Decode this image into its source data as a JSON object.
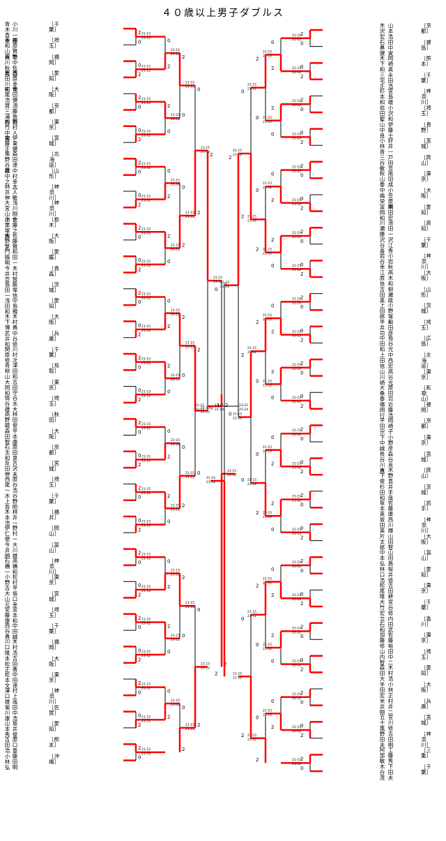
{
  "title": "４０歳以上男子ダブルス",
  "colors": {
    "win": "#ff0000",
    "line": "#000000"
  },
  "left_entries": [
    {
      "p1": "青木直幸",
      "p2": "小川一郎",
      "pref": "千葉"
    },
    {
      "p1": "大和山英",
      "p2": "福原賢生",
      "pref": "埼玉"
    },
    {
      "p1": "谷川秋男",
      "p2": "野中佐吉",
      "pref": "福岡"
    },
    {
      "p1": "石田川和",
      "p2": "西原幸司",
      "pref": "愛知"
    },
    {
      "p1": "中尾浩",
      "p2": "寺田健",
      "pref": "大阪"
    },
    {
      "p1": "賀三浦哲",
      "p2": "須藤敦也",
      "pref": "京都"
    },
    {
      "p1": "内竹中実",
      "p2": "野村人",
      "pref": "東京"
    },
    {
      "p1": "佐藤正",
      "p2": "伊東健",
      "pref": "宮城"
    },
    {
      "p1": "角野谷雄",
      "p2": "森田達",
      "pref": "北海道"
    },
    {
      "p1": "荻中之",
      "p2": "中村幸二",
      "pref": "山形"
    },
    {
      "p1": "林井伸",
      "p2": "大人敏",
      "pref": "神奈川"
    },
    {
      "p1": "大宮山次",
      "p2": "浅川剛士",
      "pref": "神奈川"
    },
    {
      "p1": "小栗塚勝",
      "p2": "佐藤之",
      "pref": "栃木"
    },
    {
      "p1": "大野繁",
      "p2": "佐藤賢",
      "pref": "大阪"
    },
    {
      "p1": "門脇明",
      "p2": "和田一",
      "pref": "愛媛"
    },
    {
      "p1": "今井宣",
      "p2": "木村智",
      "pref": "青森"
    },
    {
      "p1": "島田一",
      "p2": "飯塚信",
      "pref": "茨城"
    },
    {
      "p1": "浅田和",
      "p2": "中島親",
      "pref": "愛知"
    },
    {
      "p1": "木下博",
      "p2": "木村貴",
      "pref": "大阪"
    },
    {
      "p1": "武井和",
      "p2": "中谷修",
      "pref": "兵庫"
    },
    {
      "p1": "関原修",
      "p2": "川村次",
      "pref": "千葉"
    },
    {
      "p1": "青柳山",
      "p2": "津田和",
      "pref": "鳥取"
    },
    {
      "p1": "大岡和",
      "p2": "吉田守",
      "pref": "東京"
    },
    {
      "p1": "情谷雄",
      "p2": "谷水大",
      "pref": "埼玉"
    },
    {
      "p1": "高野龍",
      "p2": "林田俊",
      "pref": "秋田"
    },
    {
      "p1": "森田智",
      "p2": "平本康",
      "pref": "大阪"
    },
    {
      "p1": "石太和",
      "p2": "原田泉",
      "pref": "京都"
    },
    {
      "p1": "反田伸",
      "p2": "古沢夫",
      "pref": "宮城"
    },
    {
      "p1": "西尾一",
      "p2": "原谷浩",
      "pref": "埼玉"
    },
    {
      "p1": "水上吾",
      "p2": "谷野昭",
      "pref": "千葉"
    },
    {
      "p1": "木本浩",
      "p2": "林井一",
      "pref": "福井"
    },
    {
      "p1": "伊仁徳",
      "p2": "野村一",
      "pref": "岡山"
    },
    {
      "p1": "今井朗",
      "p2": "大川雄",
      "pref": "富山"
    },
    {
      "p1": "石橋一",
      "p2": "高橋和",
      "pref": "神奈川"
    },
    {
      "p1": "小野吉",
      "p2": "松村平",
      "pref": "東京"
    },
    {
      "p1": "大山元",
      "p2": "坂口幸",
      "pref": "宮城"
    },
    {
      "p1": "安藤康",
      "p2": "宮本和",
      "pref": "埼玉"
    },
    {
      "p1": "西谷貴",
      "p2": "中田誠",
      "pref": "千葉"
    },
    {
      "p1": "川口隆",
      "p2": "木村浩",
      "pref": "福岡"
    },
    {
      "p1": "本松正",
      "p2": "吉田勇",
      "pref": "大阪"
    },
    {
      "p1": "松本文",
      "p2": "中田達",
      "pref": "東京"
    },
    {
      "p1": "澤口雄",
      "p2": "村上哉",
      "pref": "神奈川"
    },
    {
      "p1": "菊川康",
      "p2": "田中浩",
      "pref": "佐賀"
    },
    {
      "p1": "山本秀",
      "p2": "坂井俊",
      "pref": "愛知"
    },
    {
      "p1": "吉田浩",
      "p2": "原口豊",
      "pref": "熊本"
    },
    {
      "p1": "小林弘",
      "p2": "藤田明",
      "pref": "沖縄"
    }
  ],
  "right_entries": [
    {
      "p1": "木沢宏",
      "p2": "山本浩",
      "pref": "京都"
    },
    {
      "p1": "石黒健",
      "p2": "田中実",
      "pref": "福島"
    },
    {
      "p1": "木下和",
      "p2": "岡崎英",
      "pref": "熊本"
    },
    {
      "p1": "三宅正",
      "p2": "永田浩",
      "pref": "千葉"
    },
    {
      "p1": "杉本和",
      "p2": "宮島雄",
      "pref": "神奈川"
    },
    {
      "p1": "岩田聖",
      "p2": "小沢和",
      "pref": "埼玉"
    },
    {
      "p1": "山中良",
      "p2": "伊藤士",
      "pref": "長野"
    },
    {
      "p1": "小林青",
      "p2": "好井一",
      "pref": "宮城"
    },
    {
      "p1": "三谷敏",
      "p2": "戸田芳",
      "pref": "岡山"
    },
    {
      "p1": "秋山泰",
      "p2": "南田成",
      "pref": "東京"
    },
    {
      "p1": "中嶋栄",
      "p2": "小笠原明",
      "pref": "大阪"
    },
    {
      "p1": "富岡和",
      "p2": "高田宏",
      "pref": "愛知"
    },
    {
      "p1": "川瀬勝",
      "p2": "池田一",
      "pref": "高知"
    },
    {
      "p1": "沢谷喜",
      "p2": "沢江秀",
      "pref": "千葉"
    },
    {
      "p1": "岩谷幸",
      "p2": "小岩秋",
      "pref": "神奈川"
    },
    {
      "p1": "江原信",
      "p2": "高木和",
      "pref": "大阪"
    },
    {
      "p1": "吉田英",
      "p2": "柳瀬政",
      "pref": "山形"
    },
    {
      "p1": "上田郎",
      "p2": "小野塚和",
      "pref": "茨城"
    },
    {
      "p1": "平井司",
      "p2": "和田彦",
      "pref": "埼玉"
    },
    {
      "p1": "中田和",
      "p2": "島谷光",
      "pref": "広島"
    },
    {
      "p1": "上田信",
      "p2": "中西宏",
      "pref": "北海道"
    },
    {
      "p1": "山川崎",
      "p2": "高谷光",
      "pref": "東京"
    },
    {
      "p1": "大桑泰",
      "p2": "原田司",
      "pref": "和歌山"
    },
    {
      "p1": "福岡行",
      "p2": "近藤浩",
      "pref": "福岡"
    },
    {
      "p1": "平田宗",
      "p2": "岡崎子",
      "pref": "京都"
    },
    {
      "p1": "下中誠",
      "p2": "小野彦",
      "pref": "東京"
    },
    {
      "p1": "長谷川良",
      "p2": "森谷良",
      "pref": "宮城"
    },
    {
      "p1": "大下俊",
      "p2": "木野直",
      "pref": "岡山"
    },
    {
      "p1": "杉田和",
      "p2": "井手哉",
      "pref": "茨城"
    },
    {
      "p1": "坂本英",
      "p2": "佐藤康",
      "pref": "岩手"
    },
    {
      "p1": "坂田英",
      "p2": "西川輝",
      "pref": "神奈川"
    },
    {
      "p1": "片太郎",
      "p2": "山田智",
      "pref": "大阪"
    },
    {
      "p1": "中本弘",
      "p2": "山田昌",
      "pref": "富山"
    },
    {
      "p1": "林口浩",
      "p2": "桜井修",
      "pref": "愛知"
    },
    {
      "p1": "松尾隆",
      "p2": "吉田耕",
      "pref": "東京"
    },
    {
      "p1": "大竹宏",
      "p2": "宮谷修",
      "pref": "千葉"
    },
    {
      "p1": "立石和",
      "p2": "内田武",
      "pref": "香川"
    },
    {
      "p1": "加藤修",
      "p2": "佐藤裕",
      "pref": "東京"
    },
    {
      "p1": "山内智",
      "p2": "田中二",
      "pref": "埼玉"
    },
    {
      "p1": "森田大",
      "p2": "木村浩",
      "pref": "愛知"
    },
    {
      "p1": "半田宏",
      "p2": "小林正",
      "pref": "大阪"
    },
    {
      "p1": "米井剛",
      "p2": "村井二",
      "pref": "兵庫"
    },
    {
      "p1": "五十嵐",
      "p2": "宮川修",
      "pref": "宮城"
    },
    {
      "p1": "野田夫",
      "p2": "吉田明",
      "pref": "神奈川"
    },
    {
      "p1": "阿部敏",
      "p2": "工藤秀",
      "pref": "三重"
    },
    {
      "p1": "木谷茂",
      "p2": "下田夫",
      "pref": "千葉"
    }
  ],
  "final_scores": [
    "21-15",
    "21-12",
    "17-21",
    "21-14",
    "23-21",
    "25-24"
  ],
  "final_result": [
    "1",
    "2"
  ]
}
